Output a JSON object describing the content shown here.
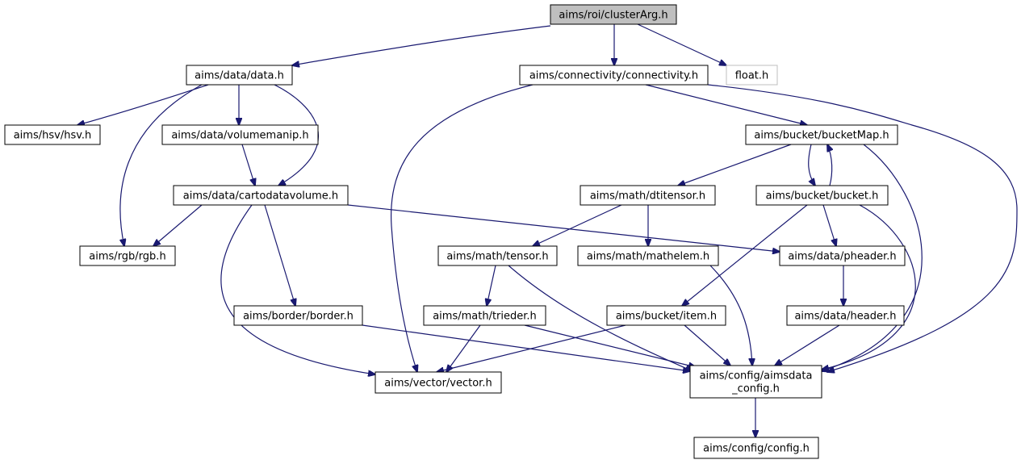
{
  "colors": {
    "edge": "#191970",
    "node_border": "#000000",
    "root_fill": "#bfbfbf",
    "external_border": "#bfbfbf",
    "background": "#ffffff"
  },
  "nodes": [
    {
      "id": "clusterarg",
      "label": "aims/roi/clusterArg.h",
      "style": "root"
    },
    {
      "id": "data",
      "label": "aims/data/data.h"
    },
    {
      "id": "connectivity",
      "label": "aims/connectivity/connectivity.h"
    },
    {
      "id": "float",
      "label": "float.h",
      "style": "external"
    },
    {
      "id": "hsv",
      "label": "aims/hsv/hsv.h"
    },
    {
      "id": "volumemanip",
      "label": "aims/data/volumemanip.h"
    },
    {
      "id": "bucketmap",
      "label": "aims/bucket/bucketMap.h"
    },
    {
      "id": "cartodatavolume",
      "label": "aims/data/cartodatavolume.h"
    },
    {
      "id": "dtitensor",
      "label": "aims/math/dtitensor.h"
    },
    {
      "id": "bucket",
      "label": "aims/bucket/bucket.h"
    },
    {
      "id": "rgb",
      "label": "aims/rgb/rgb.h"
    },
    {
      "id": "tensor",
      "label": "aims/math/tensor.h"
    },
    {
      "id": "mathelem",
      "label": "aims/math/mathelem.h"
    },
    {
      "id": "pheader",
      "label": "aims/data/pheader.h"
    },
    {
      "id": "border",
      "label": "aims/border/border.h"
    },
    {
      "id": "trieder",
      "label": "aims/math/trieder.h"
    },
    {
      "id": "item",
      "label": "aims/bucket/item.h"
    },
    {
      "id": "header",
      "label": "aims/data/header.h"
    },
    {
      "id": "vector",
      "label": "aims/vector/vector.h"
    },
    {
      "id": "aimsdata_config",
      "label": "aims/config/aimsdata\n_config.h"
    },
    {
      "id": "config",
      "label": "aims/config/config.h"
    }
  ],
  "edges": [
    {
      "from": "clusterarg",
      "to": "data"
    },
    {
      "from": "clusterarg",
      "to": "connectivity"
    },
    {
      "from": "clusterarg",
      "to": "float"
    },
    {
      "from": "data",
      "to": "hsv"
    },
    {
      "from": "data",
      "to": "volumemanip"
    },
    {
      "from": "data",
      "to": "cartodatavolume"
    },
    {
      "from": "data",
      "to": "rgb"
    },
    {
      "from": "volumemanip",
      "to": "cartodatavolume"
    },
    {
      "from": "cartodatavolume",
      "to": "rgb"
    },
    {
      "from": "cartodatavolume",
      "to": "pheader"
    },
    {
      "from": "cartodatavolume",
      "to": "border"
    },
    {
      "from": "cartodatavolume",
      "to": "vector"
    },
    {
      "from": "connectivity",
      "to": "bucketmap"
    },
    {
      "from": "connectivity",
      "to": "vector"
    },
    {
      "from": "connectivity",
      "to": "aimsdata_config"
    },
    {
      "from": "bucketmap",
      "to": "dtitensor"
    },
    {
      "from": "bucketmap",
      "to": "bucket"
    },
    {
      "from": "bucketmap",
      "to": "aimsdata_config"
    },
    {
      "from": "bucket",
      "to": "bucketmap"
    },
    {
      "from": "bucket",
      "to": "pheader"
    },
    {
      "from": "bucket",
      "to": "item"
    },
    {
      "from": "bucket",
      "to": "aimsdata_config"
    },
    {
      "from": "dtitensor",
      "to": "tensor"
    },
    {
      "from": "dtitensor",
      "to": "mathelem"
    },
    {
      "from": "tensor",
      "to": "trieder"
    },
    {
      "from": "tensor",
      "to": "aimsdata_config"
    },
    {
      "from": "mathelem",
      "to": "aimsdata_config"
    },
    {
      "from": "pheader",
      "to": "header"
    },
    {
      "from": "header",
      "to": "aimsdata_config"
    },
    {
      "from": "border",
      "to": "aimsdata_config"
    },
    {
      "from": "trieder",
      "to": "vector"
    },
    {
      "from": "trieder",
      "to": "aimsdata_config"
    },
    {
      "from": "item",
      "to": "vector"
    },
    {
      "from": "item",
      "to": "aimsdata_config"
    },
    {
      "from": "aimsdata_config",
      "to": "config"
    }
  ]
}
